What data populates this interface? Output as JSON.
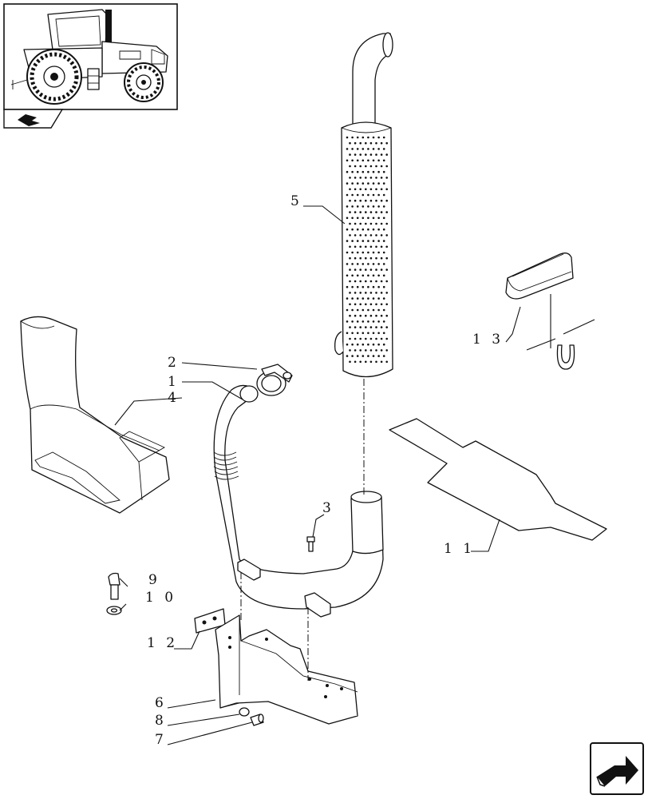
{
  "diagram": {
    "callouts": [
      {
        "id": "c1",
        "text": "1"
      },
      {
        "id": "c2",
        "text": "2"
      },
      {
        "id": "c3",
        "text": "3"
      },
      {
        "id": "c4",
        "text": "4"
      },
      {
        "id": "c5",
        "text": "5"
      },
      {
        "id": "c6",
        "text": "6"
      },
      {
        "id": "c7",
        "text": "7"
      },
      {
        "id": "c8",
        "text": "8"
      },
      {
        "id": "c9",
        "text": "9"
      },
      {
        "id": "c10",
        "text": "1 0"
      },
      {
        "id": "c11",
        "text": "1 1"
      },
      {
        "id": "c12",
        "text": "1 2"
      },
      {
        "id": "c13",
        "text": "1 3"
      }
    ]
  },
  "icons": {
    "thumbnail": "tractor-thumbnail-icon",
    "catalog_tab": "catalog-page-icon",
    "next_page": "next-page-arrow-icon"
  }
}
